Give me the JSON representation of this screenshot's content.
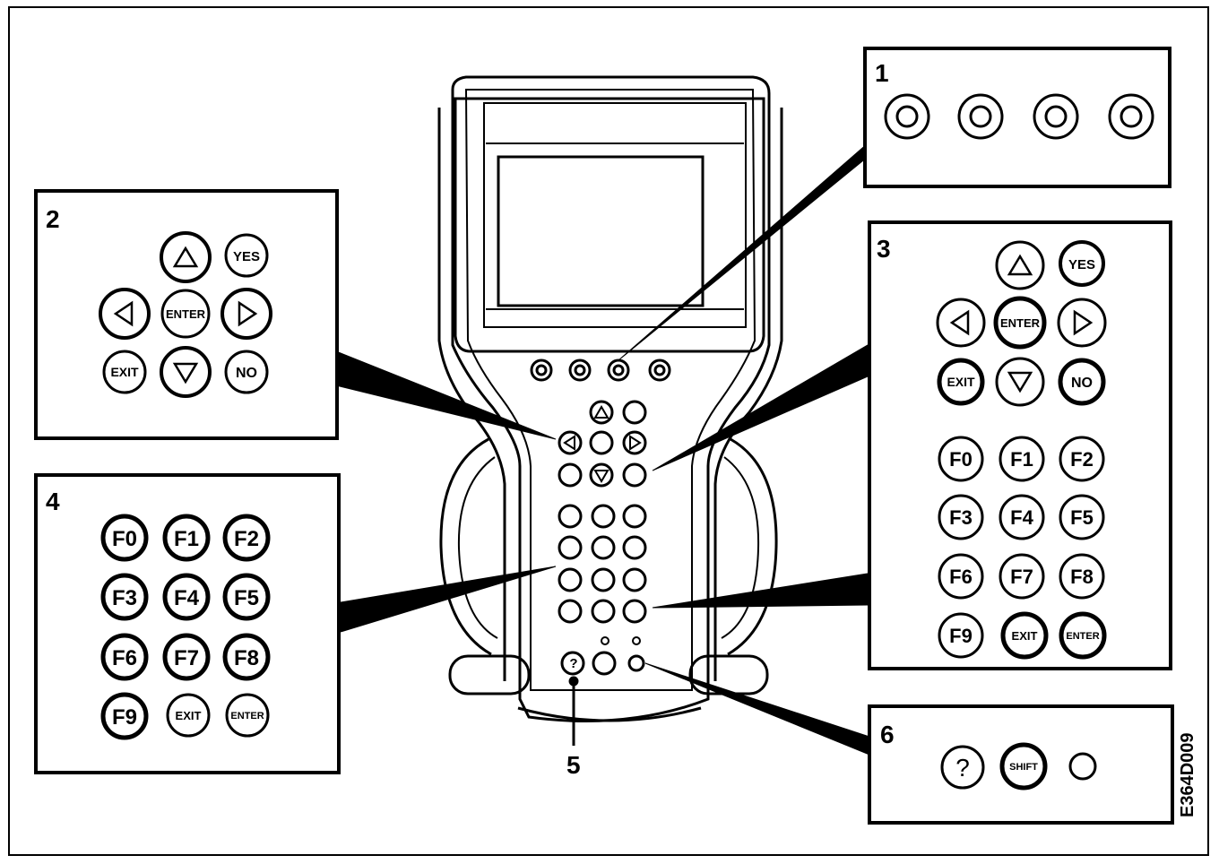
{
  "figure_code": "E364D009",
  "callouts": {
    "c1": "1",
    "c2": "2",
    "c3": "3",
    "c4": "4",
    "c5": "5",
    "c6": "6"
  },
  "keys": {
    "yes": "YES",
    "no": "NO",
    "enter": "ENTER",
    "exit": "EXIT",
    "shift": "SHIFT",
    "help": "?",
    "f0": "F0",
    "f1": "F1",
    "f2": "F2",
    "f3": "F3",
    "f4": "F4",
    "f5": "F5",
    "f6": "F6",
    "f7": "F7",
    "f8": "F8",
    "f9": "F9"
  }
}
